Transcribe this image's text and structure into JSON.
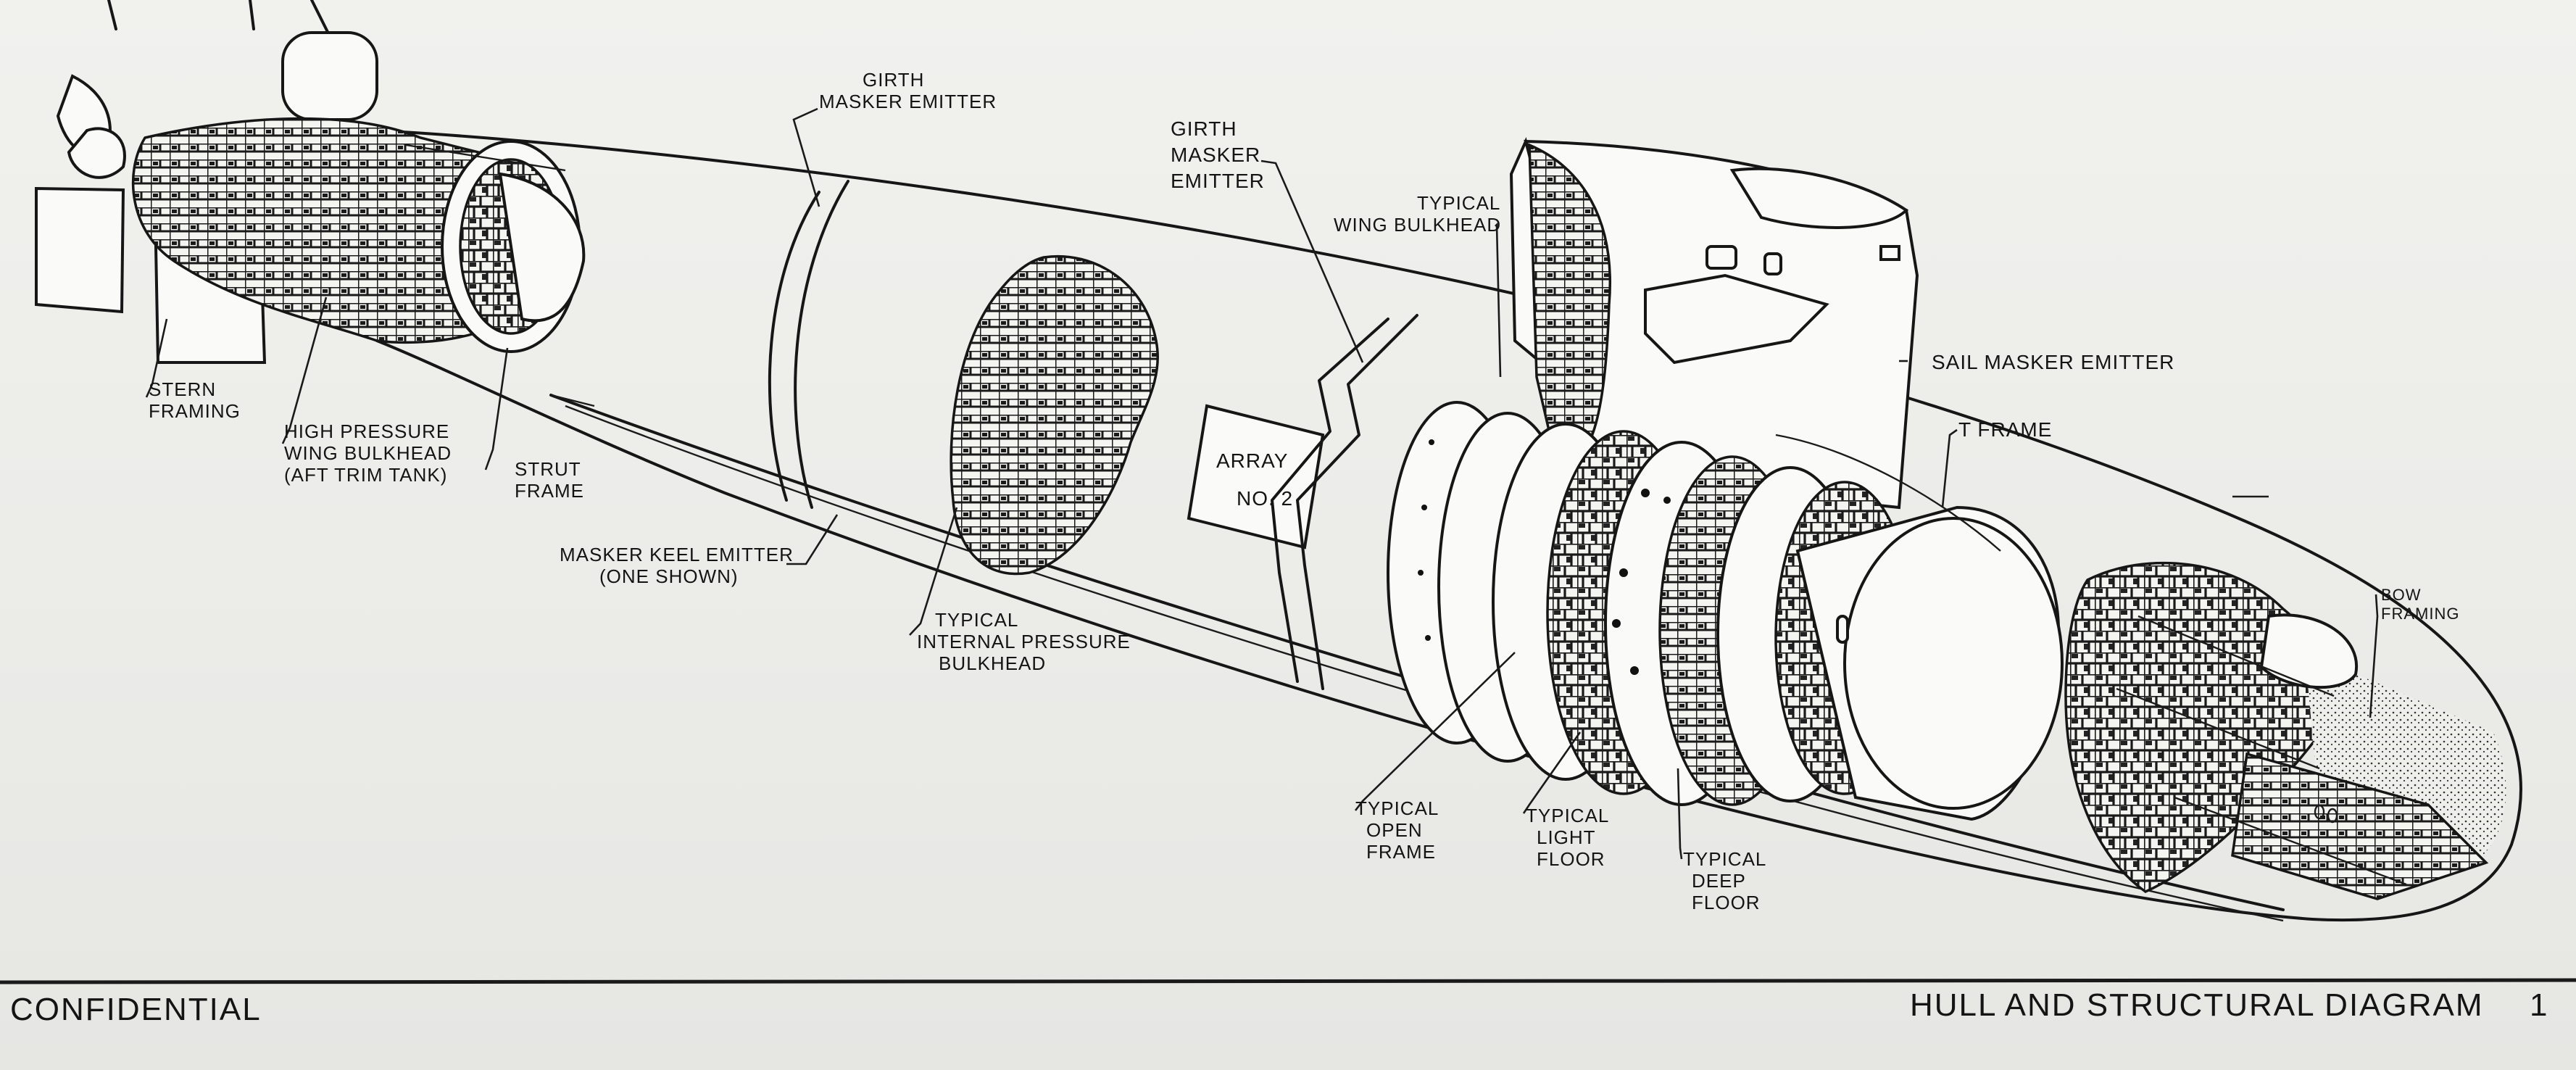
{
  "labels": {
    "stern_framing": [
      "STERN",
      "FRAMING"
    ],
    "high_pressure": [
      "HIGH PRESSURE",
      "WING BULKHEAD",
      "(AFT TRIM TANK)"
    ],
    "strut_frame": [
      "STRUT",
      "FRAME"
    ],
    "girth_aft": [
      "GIRTH",
      "MASKER EMITTER"
    ],
    "masker_keel": [
      "MASKER KEEL EMITTER",
      "(ONE SHOWN)"
    ],
    "internal_pressure": [
      "TYPICAL",
      "INTERNAL PRESSURE",
      "BULKHEAD"
    ],
    "array": [
      "ARRAY",
      "NO. 2"
    ],
    "girth_fwd": [
      "GIRTH",
      "MASKER",
      "EMITTER"
    ],
    "wing_bulkhead": [
      "TYPICAL",
      "WING BULKHEAD"
    ],
    "sail_masker": "SAIL MASKER EMITTER",
    "t_frame": "T FRAME",
    "bow_framing": [
      "BOW",
      "FRAMING"
    ],
    "open_frame": [
      "TYPICAL",
      "OPEN",
      "FRAME"
    ],
    "light_floor": [
      "TYPICAL",
      "LIGHT",
      "FLOOR"
    ],
    "deep_floor": [
      "TYPICAL",
      "DEEP",
      "FLOOR"
    ]
  },
  "footer": {
    "classification": "CONFIDENTIAL",
    "title": "HULL AND STRUCTURAL DIAGRAM",
    "page_number": "1"
  }
}
